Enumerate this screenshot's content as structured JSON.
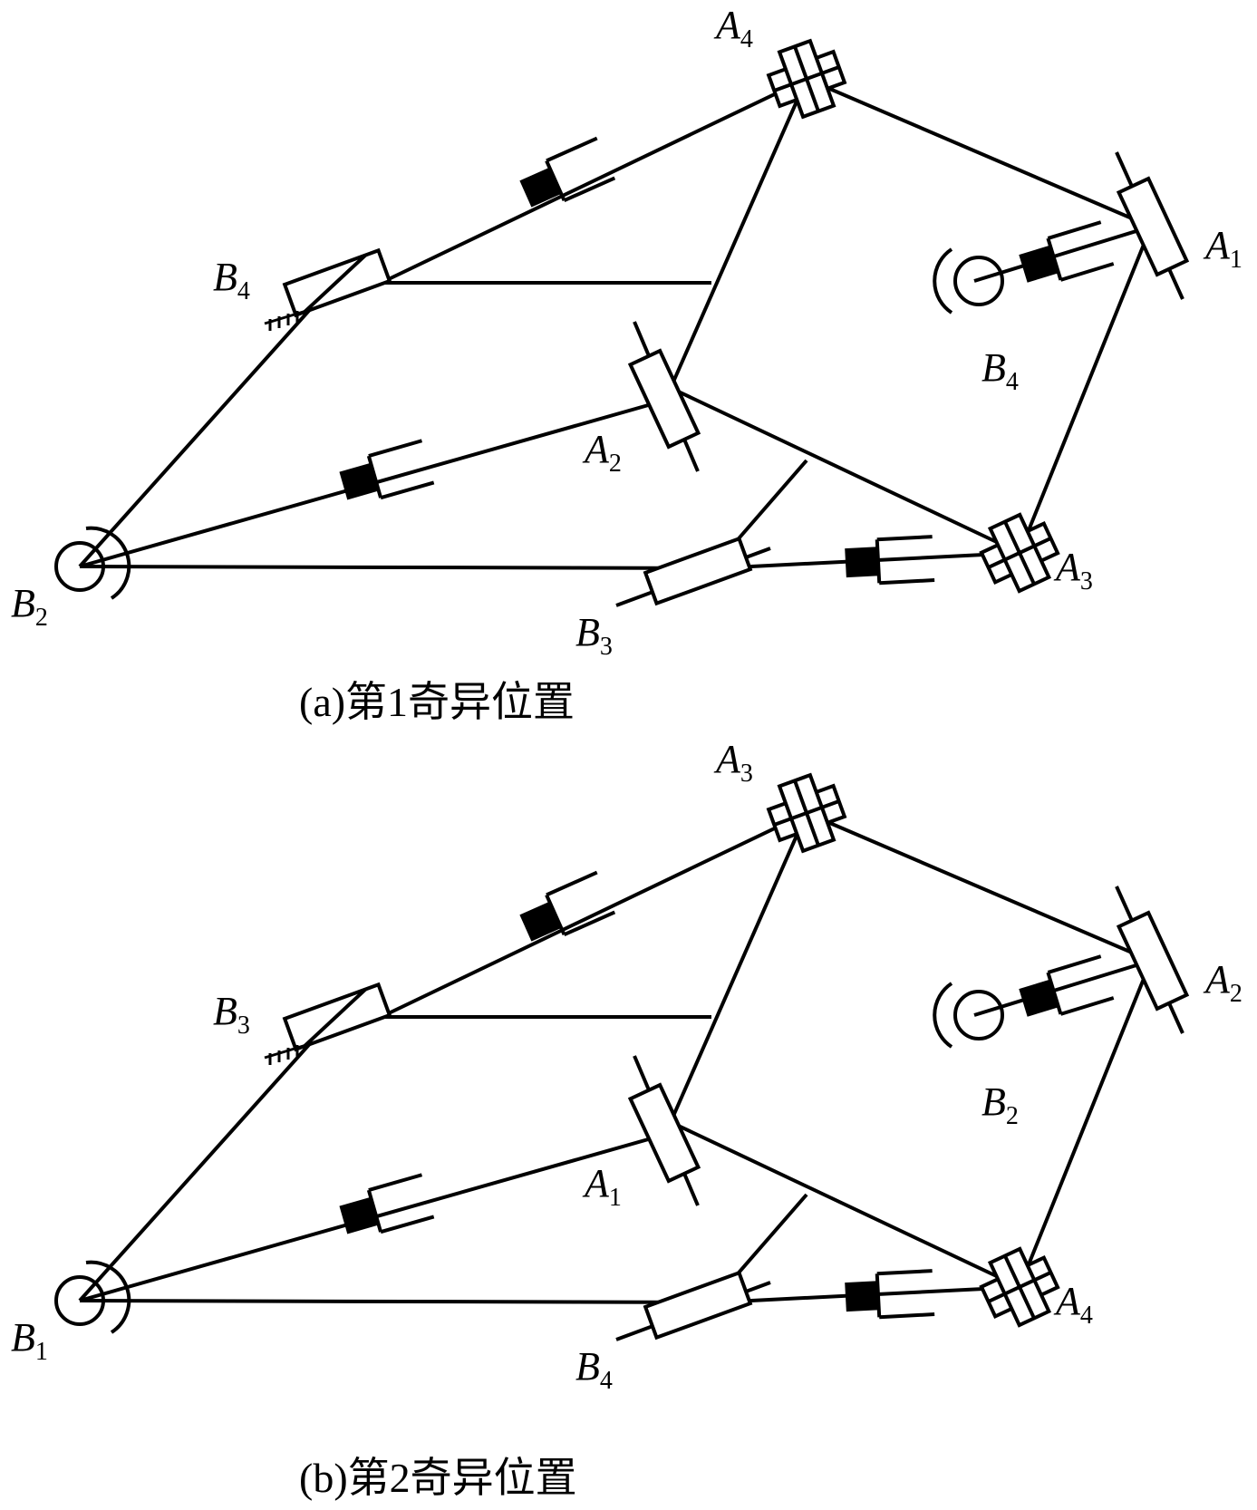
{
  "figures": [
    {
      "caption": "(a)第1奇异位置",
      "labels": {
        "top_joint": {
          "letter": "A",
          "index": "4"
        },
        "right_joint": {
          "letter": "A",
          "index": "1"
        },
        "middle_joint": {
          "letter": "A",
          "index": "2"
        },
        "lower_joint": {
          "letter": "A",
          "index": "3"
        },
        "left_support": {
          "letter": "B",
          "index": "4"
        },
        "right_base": {
          "letter": "B",
          "index": "4"
        },
        "bottom_slider": {
          "letter": "B",
          "index": "3"
        },
        "left_base": {
          "letter": "B",
          "index": "2"
        }
      }
    },
    {
      "caption": "(b)第2奇异位置",
      "labels": {
        "top_joint": {
          "letter": "A",
          "index": "3"
        },
        "right_joint": {
          "letter": "A",
          "index": "2"
        },
        "middle_joint": {
          "letter": "A",
          "index": "1"
        },
        "lower_joint": {
          "letter": "A",
          "index": "4"
        },
        "left_support": {
          "letter": "B",
          "index": "3"
        },
        "right_base": {
          "letter": "B",
          "index": "2"
        },
        "bottom_slider": {
          "letter": "B",
          "index": "4"
        },
        "left_base": {
          "letter": "B",
          "index": "1"
        }
      }
    }
  ]
}
